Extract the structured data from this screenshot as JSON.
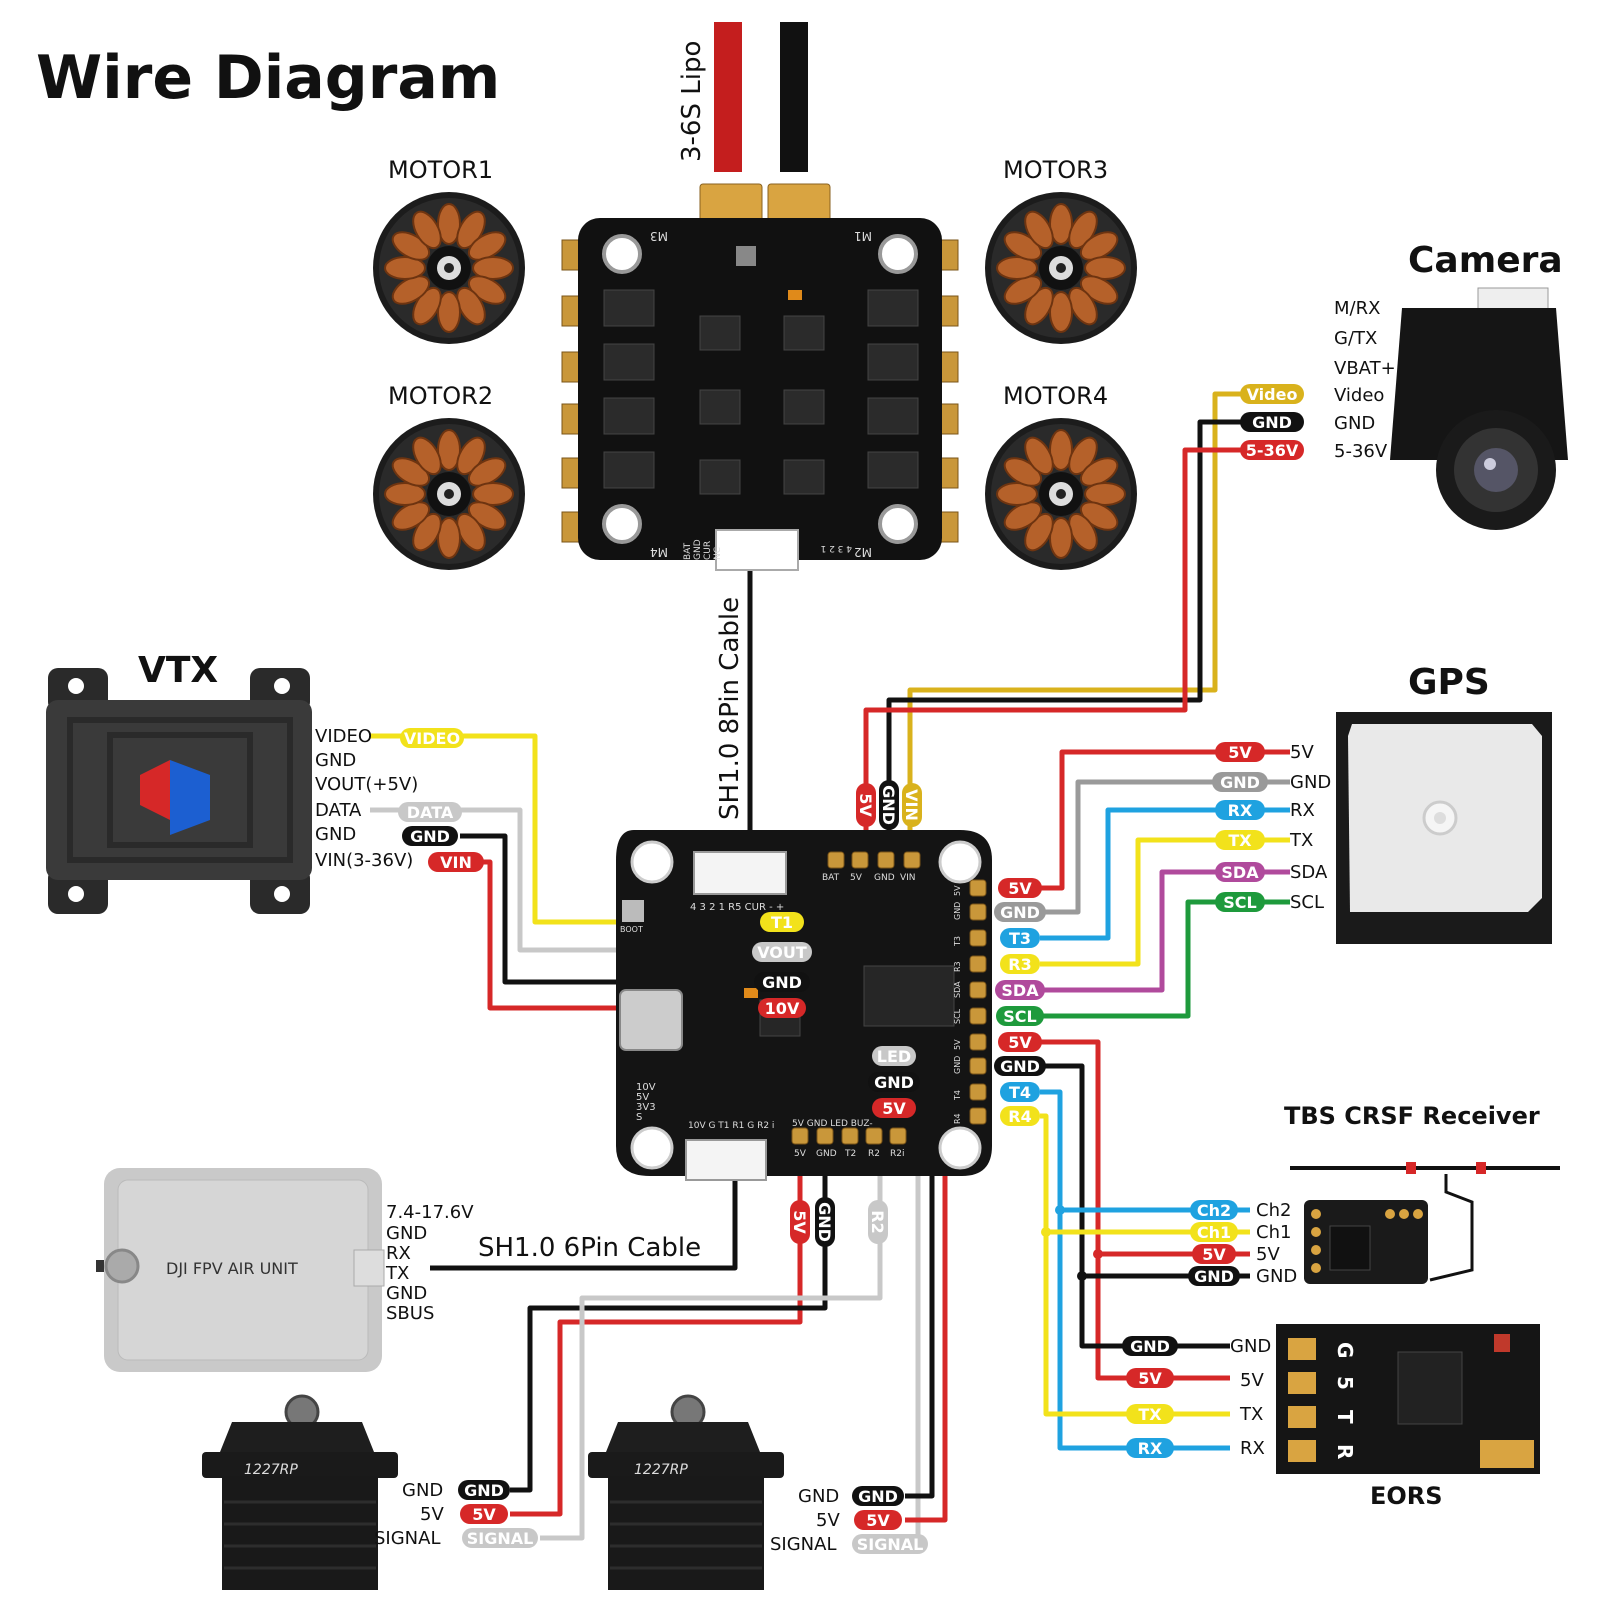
{
  "title": "Wire Diagram",
  "battery": {
    "label": "3-6S Lipo",
    "plus": "+",
    "minus": "-"
  },
  "motors": [
    "MOTOR1",
    "MOTOR2",
    "MOTOR3",
    "MOTOR4"
  ],
  "esc": {
    "corner_labels": [
      "M3",
      "M1",
      "M4",
      "M2"
    ],
    "connector_pins": [
      "BAT",
      "GND",
      "CUR",
      "NC"
    ],
    "motor_pins": "4 3 2 1"
  },
  "cables": {
    "esc_fc": "SH1.0 8Pin Cable",
    "fc_dji": "SH1.0 6Pin Cable"
  },
  "camera": {
    "title": "Camera",
    "pins": [
      "M/RX",
      "G/TX",
      "VBAT+",
      "Video",
      "GND",
      "5-36V"
    ],
    "wires": [
      {
        "label": "Video",
        "color": "#d9b21c"
      },
      {
        "label": "GND",
        "color": "#111111"
      },
      {
        "label": "5-36V",
        "color": "#d62828"
      }
    ]
  },
  "vtx": {
    "title": "VTX",
    "pins": [
      "VIDEO",
      "GND",
      "VOUT(+5V)",
      "DATA",
      "GND",
      "VIN(3-36V)"
    ],
    "wires": [
      {
        "label": "VIDEO",
        "color": "#f2e21b"
      },
      {
        "label": "DATA",
        "color": "#c8c8c8"
      },
      {
        "label": "GND",
        "color": "#111111"
      },
      {
        "label": "VIN",
        "color": "#d62828"
      }
    ]
  },
  "gps": {
    "title": "GPS",
    "pins": [
      "5V",
      "GND",
      "RX",
      "TX",
      "SDA",
      "SCL"
    ],
    "wires": [
      {
        "label": "5V",
        "color": "#d62828"
      },
      {
        "label": "GND",
        "color": "#9a9a9a"
      },
      {
        "label": "RX",
        "color": "#1fa2e0"
      },
      {
        "label": "TX",
        "color": "#f2e21b"
      },
      {
        "label": "SDA",
        "color": "#b04a9c"
      },
      {
        "label": "SCL",
        "color": "#1e9a3c"
      }
    ]
  },
  "fc": {
    "top_pads": [
      "BAT",
      "5V",
      "GND",
      "VIN"
    ],
    "top_wires": [
      {
        "label": "5V",
        "color": "#d62828"
      },
      {
        "label": "GND",
        "color": "#111111"
      },
      {
        "label": "VIN",
        "color": "#d9b21c"
      }
    ],
    "left_labels": [
      {
        "label": "T1",
        "color": "#f2e21b"
      },
      {
        "label": "VOUT",
        "color": "#c8c8c8"
      },
      {
        "label": "GND",
        "color": "#111111"
      },
      {
        "label": "10V",
        "color": "#d62828"
      }
    ],
    "right_pads": [
      "5V",
      "GND",
      "T3",
      "R3",
      "SDA",
      "SCL",
      "5V",
      "GND",
      "T4",
      "R4"
    ],
    "right_wires": [
      {
        "label": "5V",
        "color": "#d62828"
      },
      {
        "label": "GND",
        "color": "#9a9a9a"
      },
      {
        "label": "T3",
        "color": "#1fa2e0"
      },
      {
        "label": "R3",
        "color": "#f2e21b"
      },
      {
        "label": "SDA",
        "color": "#b04a9c"
      },
      {
        "label": "SCL",
        "color": "#1e9a3c"
      },
      {
        "label": "5V",
        "color": "#d62828"
      },
      {
        "label": "GND",
        "color": "#111111"
      },
      {
        "label": "T4",
        "color": "#1fa2e0"
      },
      {
        "label": "R4",
        "color": "#f2e21b"
      }
    ],
    "bottom_pads": [
      "5V",
      "GND",
      "T2",
      "R2",
      "R2i"
    ],
    "bottom_header": "5V GND LED BUZ-",
    "bottom_wires": [
      {
        "label": "LED",
        "color": "#c8c8c8"
      },
      {
        "label": "GND",
        "color": "#111111"
      },
      {
        "label": "5V",
        "color": "#d62828"
      }
    ],
    "servo_wires": [
      {
        "label": "5V",
        "color": "#d62828"
      },
      {
        "label": "GND",
        "color": "#111111"
      },
      {
        "label": "R2",
        "color": "#c8c8c8"
      }
    ],
    "side_labels": [
      "10V",
      "5V",
      "3V3",
      "S"
    ],
    "bottom_connector": "10V G T1 R1 G R2 i",
    "top_connector": "4 3 2 1 R5 CUR - +",
    "boot": "BOOT"
  },
  "dji": {
    "name": "DJI FPV AIR UNIT",
    "pins": [
      "7.4-17.6V",
      "GND",
      "RX",
      "TX",
      "GND",
      "SBUS"
    ]
  },
  "crsf": {
    "title": "TBS CRSF Receiver",
    "pins": [
      "Ch2",
      "Ch1",
      "5V",
      "GND"
    ],
    "wires": [
      {
        "label": "Ch2",
        "color": "#1fa2e0"
      },
      {
        "label": "Ch1",
        "color": "#f2e21b"
      },
      {
        "label": "5V",
        "color": "#d62828"
      },
      {
        "label": "GND",
        "color": "#111111"
      }
    ]
  },
  "eors": {
    "title": "EORS",
    "pins": [
      "GND",
      "5V",
      "TX",
      "RX"
    ],
    "board_letters": [
      "G",
      "5",
      "T",
      "R"
    ],
    "wires": [
      {
        "label": "GND",
        "color": "#111111"
      },
      {
        "label": "5V",
        "color": "#d62828"
      },
      {
        "label": "TX",
        "color": "#f2e21b"
      },
      {
        "label": "RX",
        "color": "#1fa2e0"
      }
    ]
  },
  "servos": [
    {
      "model": "1227RP",
      "pins": [
        "GND",
        "5V",
        "SIGNAL"
      ],
      "wires": [
        {
          "label": "GND",
          "color": "#111111"
        },
        {
          "label": "5V",
          "color": "#d62828"
        },
        {
          "label": "SIGNAL",
          "color": "#c8c8c8"
        }
      ]
    },
    {
      "model": "1227RP",
      "pins": [
        "GND",
        "5V",
        "SIGNAL"
      ],
      "wires": [
        {
          "label": "GND",
          "color": "#111111"
        },
        {
          "label": "5V",
          "color": "#d62828"
        },
        {
          "label": "SIGNAL",
          "color": "#c8c8c8"
        }
      ]
    }
  ]
}
